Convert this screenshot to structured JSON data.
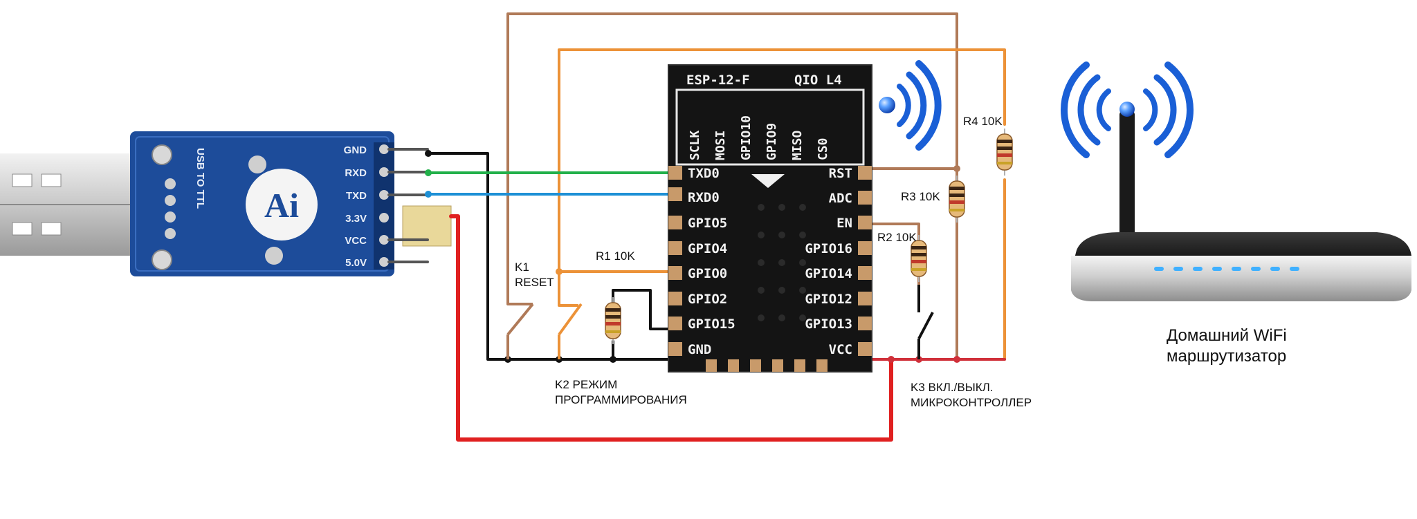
{
  "usb_adapter": {
    "title": "USB TO TTL",
    "logo": "Ai",
    "pins": [
      "GND",
      "RXD",
      "TXD",
      "3.3V",
      "VCC",
      "5.0V"
    ]
  },
  "module": {
    "name": "ESP-12-F",
    "flash": "QIO L4",
    "top_pins": [
      "SCLK",
      "MOSI",
      "GPIO10",
      "GPIO9",
      "MISO",
      "CS0"
    ],
    "left_pins": [
      "TXD0",
      "RXD0",
      "GPIO5",
      "GPIO4",
      "GPIO0",
      "GPIO2",
      "GPIO15",
      "GND"
    ],
    "right_pins": [
      "RST",
      "ADC",
      "EN",
      "GPIO16",
      "GPIO14",
      "GPIO12",
      "GPIO13",
      "VCC"
    ]
  },
  "labels": {
    "k1_line1": "K1",
    "k1_line2": "RESET",
    "r1": "R1 10K",
    "k2_line1": "K2 РЕЖИМ",
    "k2_line2": "ПРОГРАММИРОВАНИЯ",
    "r2": "R2 10K",
    "r3": "R3 10K",
    "r4": "R4 10K",
    "k3_line1": "K3 ВКЛ./ВЫКЛ.",
    "k3_line2": "МИКРОКОНТРОЛЛЕР"
  },
  "router": {
    "caption_line1": "Домашний WiFi",
    "caption_line2": "маршрутизатор"
  },
  "colors": {
    "wire_black": "#111111",
    "wire_green": "#22b04a",
    "wire_blue": "#1e90d6",
    "wire_red": "#e02020",
    "wire_brown": "#b07a58",
    "wire_orange": "#ec9238",
    "usb_board": "#1d4c9a",
    "module_body": "#141414",
    "wifi_blue": "#1a5fd6"
  },
  "icons": [
    "usb-plug-icon",
    "wifi-signal-icon",
    "router-icon",
    "resistor-icon",
    "switch-icon"
  ]
}
